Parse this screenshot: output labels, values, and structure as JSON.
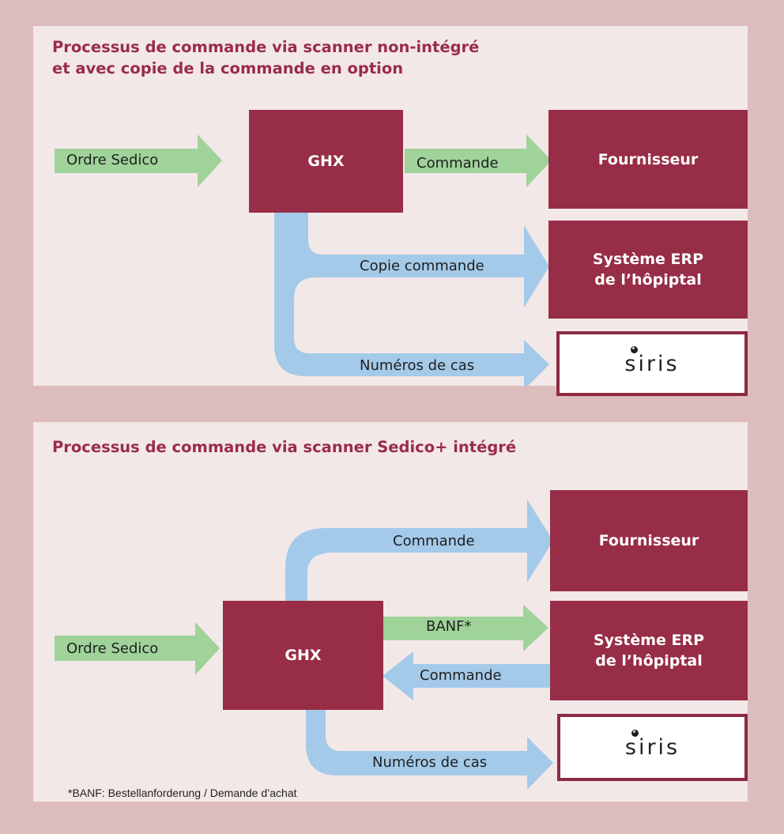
{
  "panel1": {
    "title_line1": "Processus de commande via scanner non-intégré",
    "title_line2": "et avec copie de la commande en option",
    "input_label": "Ordre Sedico",
    "ghx": "GHX",
    "arrow_commande": "Commande",
    "fournisseur": "Fournisseur",
    "arrow_copie": "Copie commande",
    "erp_line1": "Système ERP",
    "erp_line2": "de l’hôpiptal",
    "arrow_numeros": "Numéros de cas",
    "siris": "siris"
  },
  "panel2": {
    "title": "Processus de commande via scanner Sedico+ intégré",
    "arrow_commande_top": "Commande",
    "fournisseur": "Fournisseur",
    "input_label": "Ordre Sedico",
    "ghx": "GHX",
    "arrow_banf": "BANF*",
    "erp_line1": "Système ERP",
    "erp_line2": "de l’hôpiptal",
    "arrow_commande_back": "Commande",
    "arrow_numeros": "Numéros de cas",
    "siris": "siris",
    "footnote": "*BANF: Bestellanforderung / Demande d’achat"
  },
  "colors": {
    "background": "#dcbcbc",
    "panel": "#f3e8e8",
    "box": "#972d46",
    "title": "#9a2c49",
    "green_arrow": "#9fd39a",
    "blue_arrow": "#a4cae9"
  }
}
